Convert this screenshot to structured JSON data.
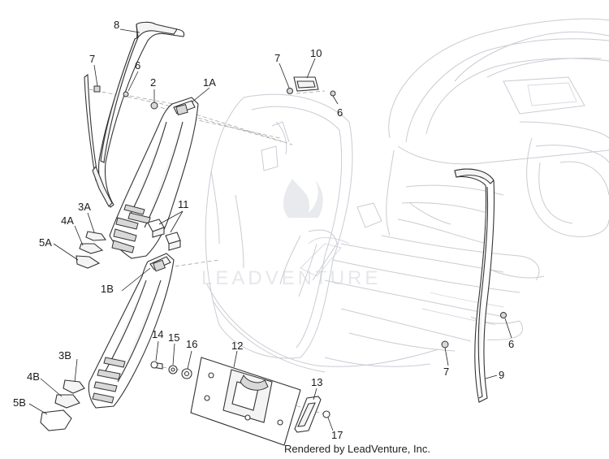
{
  "diagram": {
    "watermark": "LEADVENTURE",
    "footer": "Rendered by LeadVenture, Inc.",
    "callouts": [
      "8",
      "7",
      "6",
      "2",
      "1A",
      "7",
      "10",
      "6",
      "11",
      "3A",
      "4A",
      "5A",
      "1B",
      "14",
      "15",
      "16",
      "12",
      "3B",
      "4B",
      "5B",
      "13",
      "17",
      "7",
      "9",
      "6"
    ]
  }
}
